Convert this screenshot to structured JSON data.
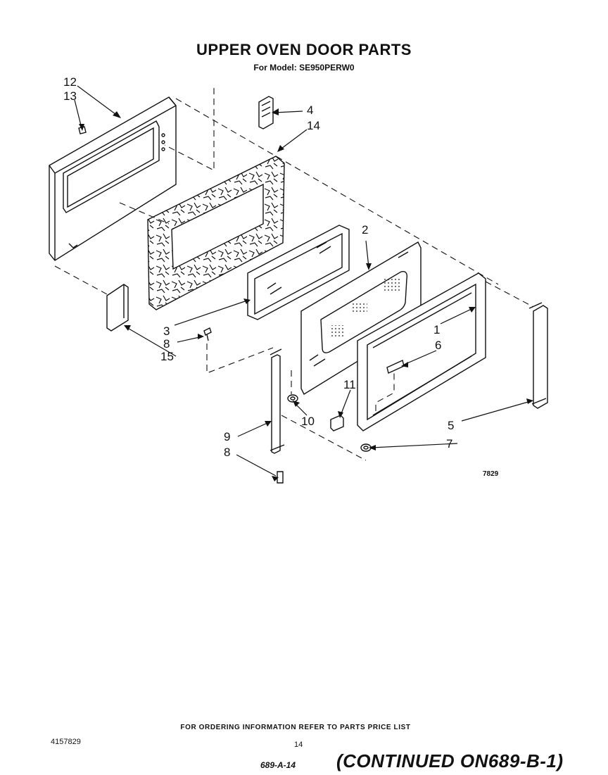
{
  "header": {
    "title": "UPPER OVEN DOOR PARTS",
    "model_line": "For Model: SE950PERW0"
  },
  "callouts": {
    "n1": "1",
    "n2": "2",
    "n3": "3",
    "n4": "4",
    "n5": "5",
    "n6": "6",
    "n7": "7",
    "n8a": "8",
    "n8b": "8",
    "n9": "9",
    "n10": "10",
    "n11": "11",
    "n12": "12",
    "n13": "13",
    "n14": "14",
    "n15": "15"
  },
  "diagram_code": "7829",
  "footer": {
    "ordering_note": "FOR ORDERING INFORMATION REFER TO PARTS PRICE LIST",
    "doc_number": "4157829",
    "page_number": "14",
    "handwritten_ref": "689-A-14",
    "continued_note": "(CONTINUED ON689-B-1)"
  }
}
